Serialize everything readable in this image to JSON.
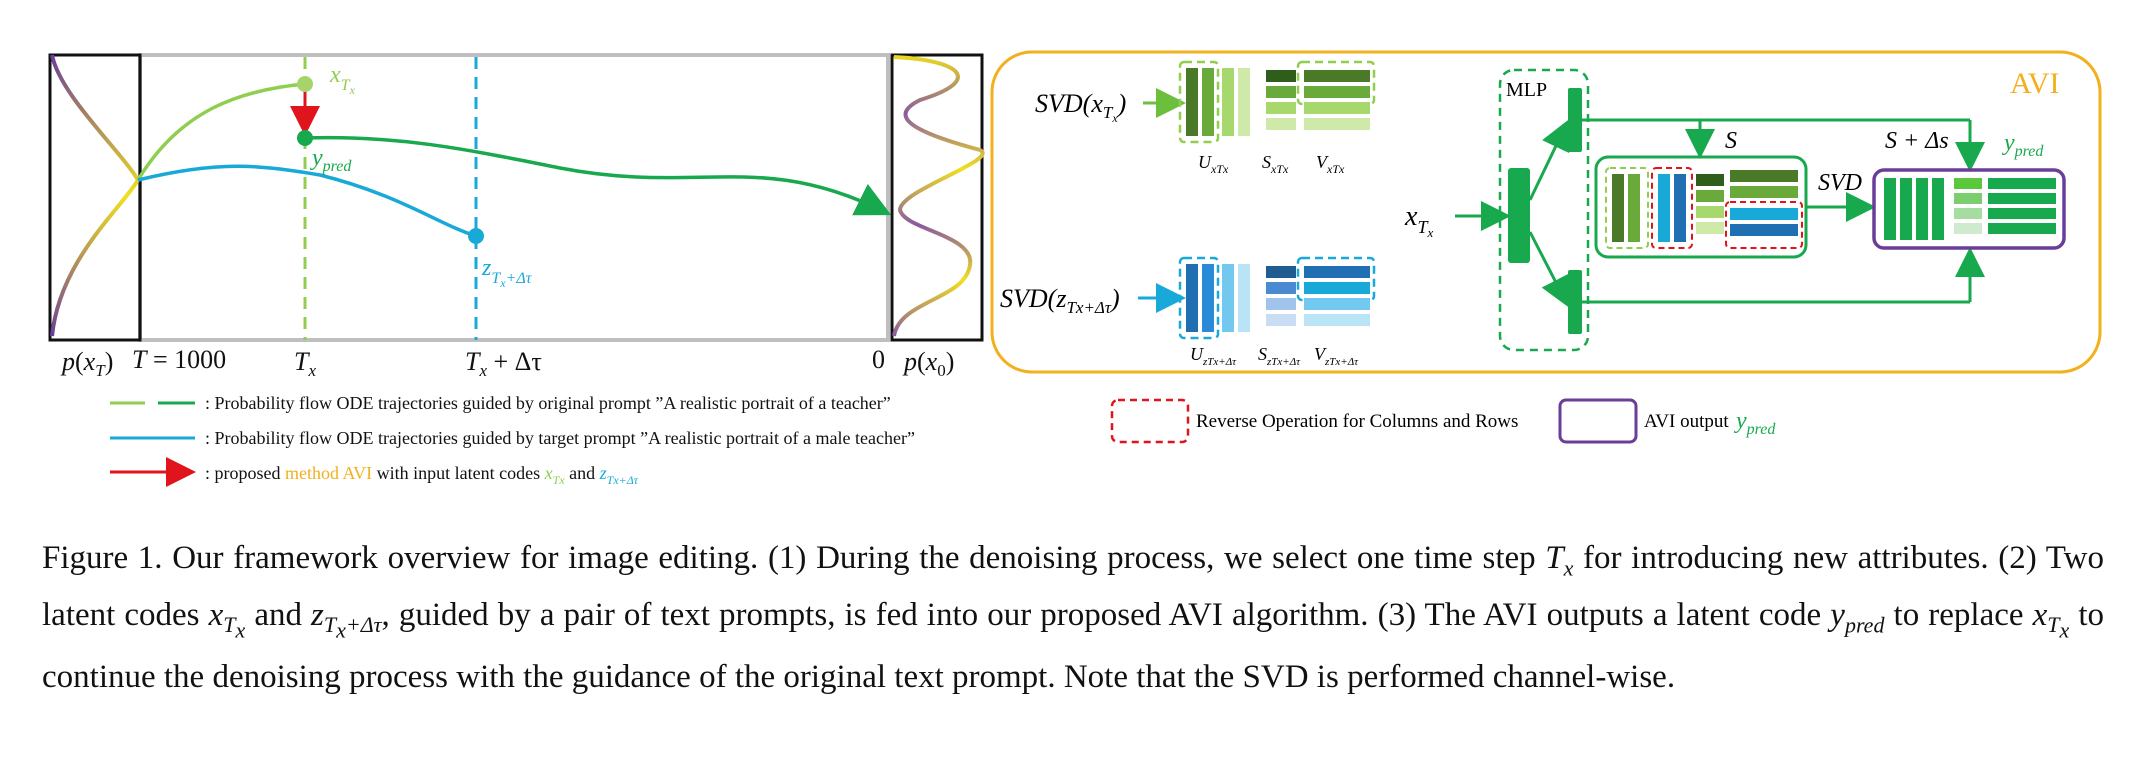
{
  "colors": {
    "lightgreen": "#8fce4f",
    "green": "#18a84e",
    "blue": "#18a9d8",
    "red": "#e0141c",
    "orange": "#f2b01e",
    "purple": "#6a3d98"
  },
  "left_panel": {
    "labels": {
      "p_xT": "p(x_T)",
      "T1000": "T = 1000",
      "Tx": "T_x",
      "Tx_dt": "T_x + Δτ",
      "zero": "0",
      "p_x0": "p(x_0)",
      "xTx": "x_{T_x}",
      "ypred": "y_pred",
      "zTx": "z_{T_x+Δτ}"
    },
    "legend": [
      {
        "text": ": Probability flow ODE trajectories guided by original prompt ”A realistic portrait of a teacher”"
      },
      {
        "text": ": Probability flow ODE trajectories guided by target prompt ”A realistic portrait of a male teacher”"
      },
      {
        "text_a": ": proposed ",
        "text_b": "method AVI",
        "text_c": " with input latent codes ",
        "text_d": "x_{T_x}",
        "text_e": " and ",
        "text_f": "z_{T_x+Δτ}"
      }
    ]
  },
  "avi_panel": {
    "title": "AVI",
    "svd_x": "SVD(x_{T_x})",
    "svd_z": "SVD(z_{T_x+Δτ})",
    "u_x": "U_{x_{T_x}}",
    "s_x": "S_{x_{T_x}}",
    "v_x": "V_{x_{T_x}}",
    "u_z": "U_{z_{T_x+Δτ}}",
    "s_z": "S_{z_{T_x+Δτ}}",
    "v_z": "V_{z_{T_x+Δτ}}",
    "mlp": "MLP",
    "xTx": "x_{T_x}",
    "S": "S",
    "S_ds": "S + Δs",
    "svd": "SVD",
    "ypred": "y_pred",
    "legend_reverse": "Reverse Operation for Columns and Rows",
    "legend_output": "AVI output",
    "legend_ypred": "y_pred"
  },
  "caption": {
    "p1": "Figure 1. Our framework overview for image editing. (1) During the denoising process, we select one time step ",
    "p2": " for introducing new attributes. (2) Two latent codes ",
    "p3": " and ",
    "p4": ", guided by a pair of text prompts, is fed into our proposed AVI algorithm. (3) The AVI outputs a latent code ",
    "p5": " to replace ",
    "p6": " to continue the denoising process with the guidance of the original text prompt. Note that the SVD is performed channel-wise."
  }
}
